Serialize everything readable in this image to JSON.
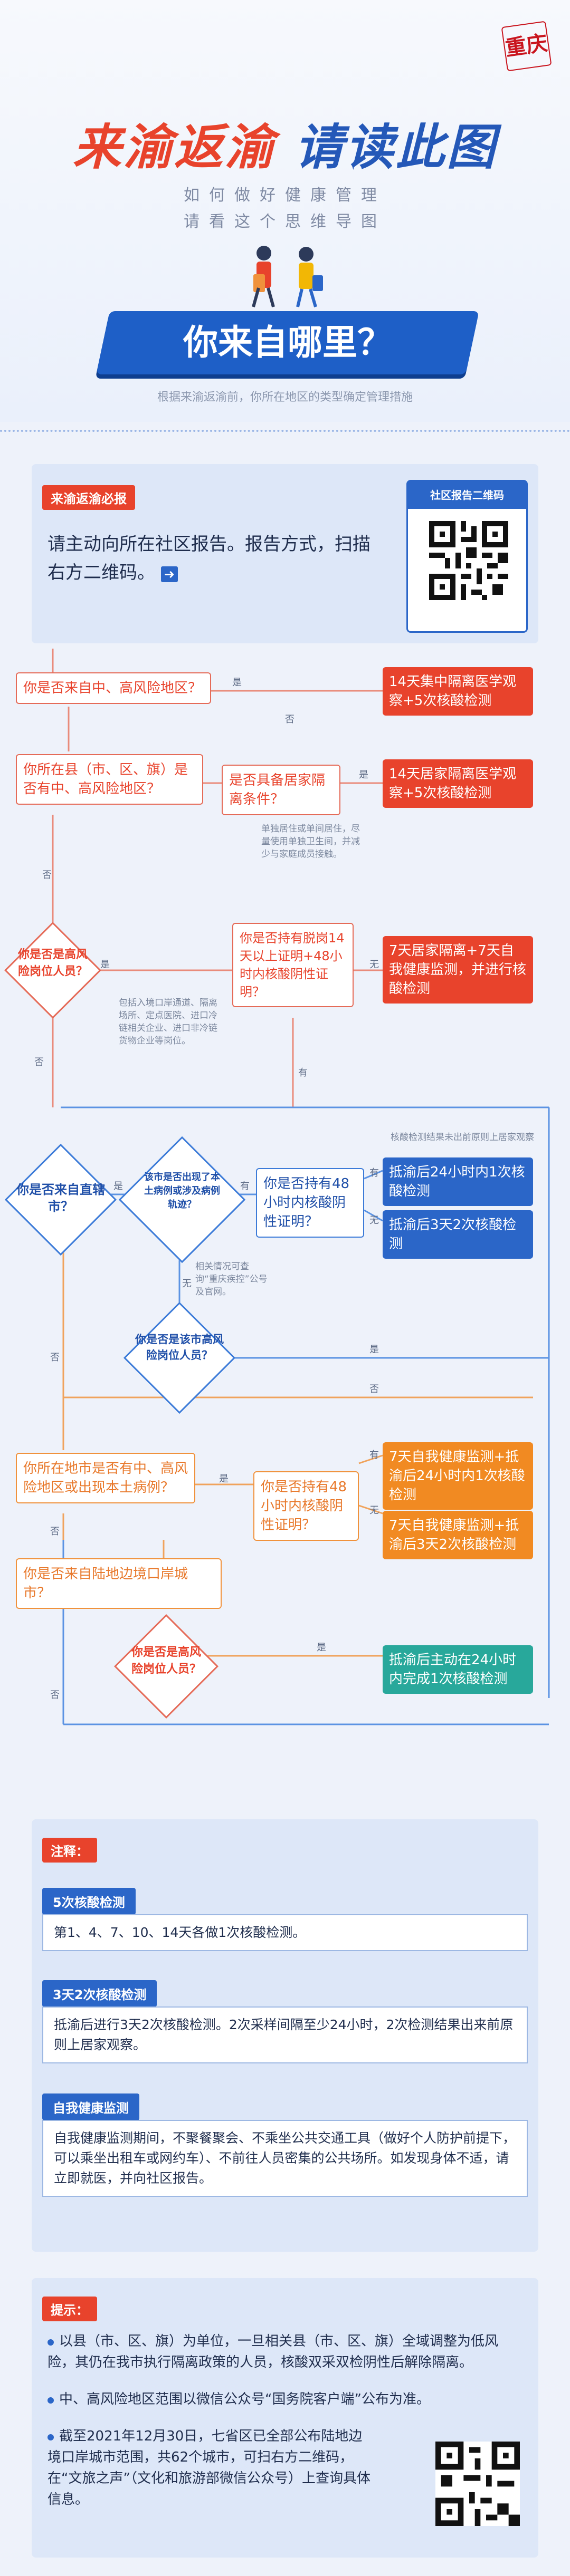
{
  "header": {
    "logo_text": "重庆",
    "title_part1": "来渝返渝",
    "title_part2": "请读此图",
    "subtitle_line1": "如何做好健康管理",
    "subtitle_line2": "请看这个思维导图",
    "where_title": "你来自哪里？",
    "note": "根据来渝返渝前，你所在地区的类型确定管理措施"
  },
  "report": {
    "tag": "来渝返渝必报",
    "text": "请主动向所在社区报告。报告方式，扫描右方二维码。",
    "qr_label": "社区报告二维码"
  },
  "flow": {
    "q1": "你是否来自中、高风险地区？",
    "q2": "你所在县（市、区、旗）是否有中、高风险地区？",
    "q3": "是否具备居家隔离条件？",
    "q3_note": "单独居住或单间居住，尽量使用单独卫生间，并减少与家庭成员接触。",
    "q4": "你是否是高风险岗位人员？",
    "q4_note": "包括入境口岸通道、隔离场所、定点医院、进口冷链相关企业、进口非冷链货物企业等岗位。",
    "q5": "你是否持有脱岗14天以上证明+48小时内核酸阴性证明？",
    "r1": "14天集中隔离医学观察+5次核酸检测",
    "r2": "14天居家隔离医学观察+5次核酸检测",
    "r3": "7天居家隔离+7天自我健康监测，并进行核酸检测",
    "q6": "你是否来自直辖市？",
    "q7": "该市是否出现了本土病例或涉及病例轨迹？",
    "q7_note": "相关情况可查询“重庆疾控”公号及官网。",
    "q8": "你是否持有48小时内核酸阴性证明？",
    "r4": "抵渝后24小时内1次核酸检测",
    "r5": "抵渝后3天2次核酸检测",
    "r4_note": "核酸检测结果未出前原则上居家观察",
    "q9": "你是否是该市高风险岗位人员？",
    "q10": "你所在地市是否有中、高风险地区或出现本土病例？",
    "q11": "你是否持有48小时内核酸阴性证明？",
    "r6": "7天自我健康监测+抵渝后24小时内1次核酸检测",
    "r7": "7天自我健康监测+抵渝后3天2次核酸检测",
    "q12": "你是否来自陆地边境口岸城市？",
    "q13": "你是否是高风险岗位人员？",
    "r8": "抵渝后主动在24小时内完成1次核酸检测",
    "yes": "是",
    "no": "否",
    "has": "有",
    "none": "无"
  },
  "notes": {
    "tag": "注释：",
    "items": [
      {
        "title": "5次核酸检测",
        "text": "第1、4、7、10、14天各做1次核酸检测。"
      },
      {
        "title": "3天2次核酸检测",
        "text": "抵渝后进行3天2次核酸检测。2次采样间隔至少24小时，2次检测结果出来前原则上居家观察。"
      },
      {
        "title": "自我健康监测",
        "text": "自我健康监测期间，不聚餐聚会、不乘坐公共交通工具（做好个人防护前提下，可以乘坐出租车或网约车）、不前往人员密集的公共场所。如发现身体不适，请立即就医，并向社区报告。"
      }
    ]
  },
  "tips": {
    "tag": "提示：",
    "items": [
      "以县（市、区、旗）为单位，一旦相关县（市、区、旗）全域调整为低风险，其仍在我市执行隔离政策的人员，核酸双采双检阴性后解除隔离。",
      "中、高风险地区范围以微信公众号“国务院客户端”公布为准。",
      "截至2021年12月30日，七省区已全部公布陆地边境口岸城市范围，共62个城市，可扫右方二维码，在“文旅之声”（文化和旅游部微信公众号）上查询具体信息。"
    ]
  },
  "colors": {
    "red": "#e8432c",
    "blue": "#2b66c8",
    "orange": "#f18a22",
    "teal": "#28a89b"
  }
}
